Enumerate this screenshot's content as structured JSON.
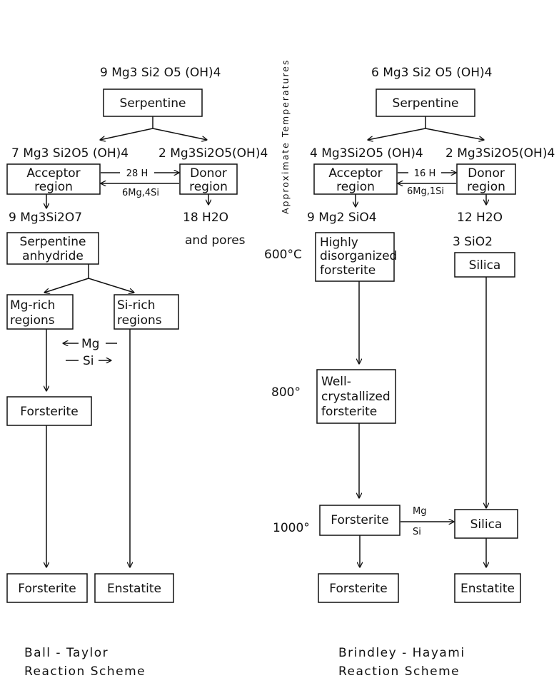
{
  "axis_label": "Approximate Temperatures",
  "temperatures": {
    "t600": "600°C",
    "t800": "800°",
    "t1000": "1000°"
  },
  "left": {
    "top_formula": "9 Mg3 Si2 O5 (OH)4",
    "serpentine": "Serpentine",
    "acceptor_formula": "7 Mg3 Si2O5 (OH)4",
    "donor_formula": "2 Mg3Si2O5(OH)4",
    "acceptor_box": [
      "Acceptor",
      "region"
    ],
    "donor_box": [
      "Donor",
      "region"
    ],
    "h_transfer": "28 H",
    "mgsi_transfer": "6Mg,4Si",
    "anhydride_formula": "9 Mg3Si2O7",
    "water": "18 H2O",
    "pores": "and pores",
    "anhydride_box": [
      "Serpentine",
      "anhydride"
    ],
    "mg_rich_box": [
      "Mg-rich",
      "regions"
    ],
    "si_rich_box": [
      "Si-rich",
      "regions"
    ],
    "mg_flow": "Mg",
    "si_flow": "Si",
    "forsterite_mid": "Forsterite",
    "forsterite_bottom": "Forsterite",
    "enstatite_bottom": "Enstatite",
    "caption": [
      "Ball - Taylor",
      "Reaction Scheme"
    ]
  },
  "right": {
    "top_formula": "6 Mg3 Si2 O5 (OH)4",
    "serpentine": "Serpentine",
    "acceptor_formula": "4 Mg3Si2O5 (OH)4",
    "donor_formula": "2 Mg3Si2O5(OH)4",
    "acceptor_box": [
      "Acceptor",
      "region"
    ],
    "donor_box": [
      "Donor",
      "region"
    ],
    "h_transfer": "16 H",
    "mgsi_transfer": "6Mg,1Si",
    "forsterite_formula": "9 Mg2 SiO4",
    "water": "12 H2O",
    "silica_formula": "3 SiO2",
    "disorganized_box": [
      "Highly",
      "disorganized",
      "forsterite"
    ],
    "silica_box": "Silica",
    "wellcrystal_box": [
      "Well-",
      "crystallized",
      "forsterite"
    ],
    "forsterite_1000": "Forsterite",
    "silica_1000": "Silica",
    "transfer_mg": "Mg",
    "transfer_si": "Si",
    "forsterite_bottom": "Forsterite",
    "enstatite_bottom": "Enstatite",
    "caption": [
      "Brindley - Hayami",
      "Reaction Scheme"
    ]
  }
}
